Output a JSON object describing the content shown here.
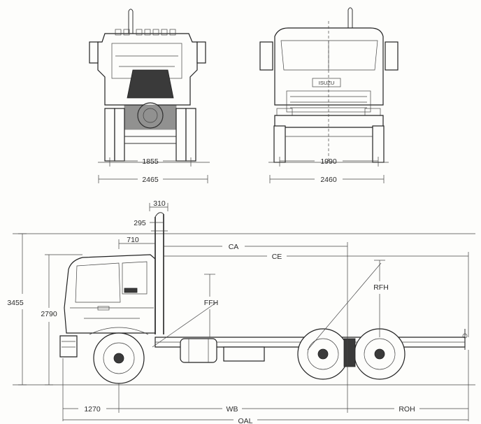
{
  "rear_view": {
    "track_label": "1855",
    "width_label": "2465"
  },
  "front_view": {
    "track_label": "1990",
    "width_label": "2460"
  },
  "side_view": {
    "exhaust_offset_1": "310",
    "exhaust_offset_2": "295",
    "cab_to_exhaust": "710",
    "cab_to_axle": "CA",
    "cab_to_end": "CE",
    "overall_height": "3455",
    "cab_height": "2790",
    "front_frame_height": "FFH",
    "rear_frame_height": "RFH",
    "front_overhang": "1270",
    "wheelbase": "WB",
    "rear_overhang": "ROH",
    "overall_length": "OAL"
  },
  "grille_badge": "ISUZU"
}
